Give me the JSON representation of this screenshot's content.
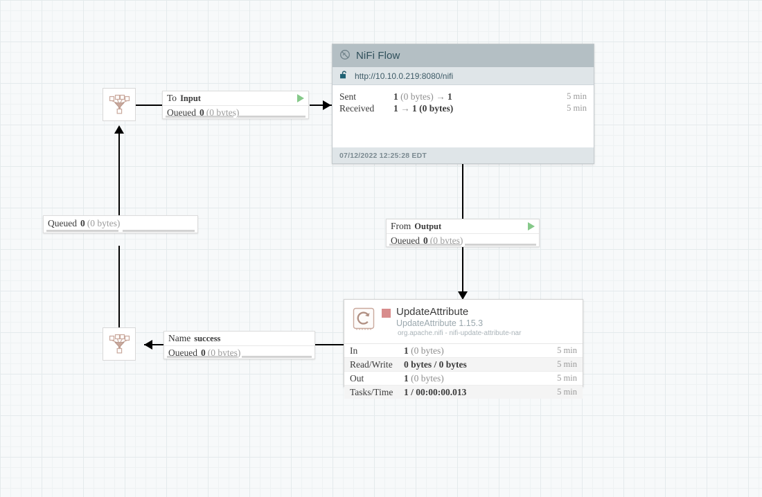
{
  "canvas": {
    "background_color": "#f7f9fa",
    "grid_color": "#e4eaec"
  },
  "remote_process_group": {
    "icon": "no-transmission-icon",
    "title": "NiFi Flow",
    "lock_icon": "unlocked-padlock-icon",
    "uri": "http://10.10.0.219:8080/nifi",
    "stats": [
      {
        "label": "Sent",
        "value_prefix": "1",
        "value_mid": " (0 bytes) → ",
        "value_suffix": "1",
        "time": "5 min"
      },
      {
        "label": "Received",
        "value_prefix": "1",
        "value_mid": " → ",
        "value_suffix": "1 (0 bytes)",
        "time": "5 min"
      }
    ],
    "sent_label": "Sent",
    "sent_value": "1 (0 bytes) → 1",
    "sent_time": "5 min",
    "received_label": "Received",
    "received_value": "1 → 1 (0 bytes)",
    "received_time": "5 min",
    "timestamp": "07/12/2022 12:25:28 EDT",
    "header_color": "#b4bfc4",
    "uri_bar_color": "#dfe5e8"
  },
  "connections": {
    "to_input": {
      "key_label": "To",
      "value_label": "Input",
      "run_icon": "play-triangle-icon",
      "queued_label": "Queued",
      "queued_count": "0",
      "queued_bytes": "(0 bytes)"
    },
    "left_queued": {
      "queued_label": "Queued",
      "queued_count": "0",
      "queued_bytes": "(0 bytes)"
    },
    "from_output": {
      "key_label": "From",
      "value_label": "Output",
      "run_icon": "play-triangle-icon",
      "queued_label": "Queued",
      "queued_count": "0",
      "queued_bytes": "(0 bytes)"
    },
    "name_success": {
      "key_label": "Name",
      "value_label": "success",
      "queued_label": "Queued",
      "queued_count": "0",
      "queued_bytes": "(0 bytes)"
    }
  },
  "processor": {
    "icon": "update-attribute-icon",
    "status_icon": "stopped-square-icon",
    "status_color": "#d88c8c",
    "name": "UpdateAttribute",
    "type": "UpdateAttribute 1.15.3",
    "bundle": "org.apache.nifi - nifi-update-attribute-nar",
    "rows": [
      {
        "label": "In",
        "value": "1",
        "paren": " (0 bytes)",
        "time": "5 min"
      },
      {
        "label": "Read/Write",
        "value": "0 bytes / 0 bytes",
        "paren": "",
        "time": "5 min"
      },
      {
        "label": "Out",
        "value": "1",
        "paren": " (0 bytes)",
        "time": "5 min"
      },
      {
        "label": "Tasks/Time",
        "value": "1 / 00:00:00.013",
        "paren": "",
        "time": "5 min"
      }
    ],
    "in_label": "In",
    "in_value": "1",
    "in_paren": " (0 bytes)",
    "in_time": "5 min",
    "rw_label": "Read/Write",
    "rw_value": "0 bytes / 0 bytes",
    "rw_time": "5 min",
    "out_label": "Out",
    "out_value": "1",
    "out_paren": " (0 bytes)",
    "out_time": "5 min",
    "tasks_label": "Tasks/Time",
    "tasks_value": "1 / 00:00:00.013",
    "tasks_time": "5 min"
  },
  "funnels": {
    "top": {
      "icon": "funnel-icon"
    },
    "bottom": {
      "icon": "funnel-icon"
    }
  }
}
